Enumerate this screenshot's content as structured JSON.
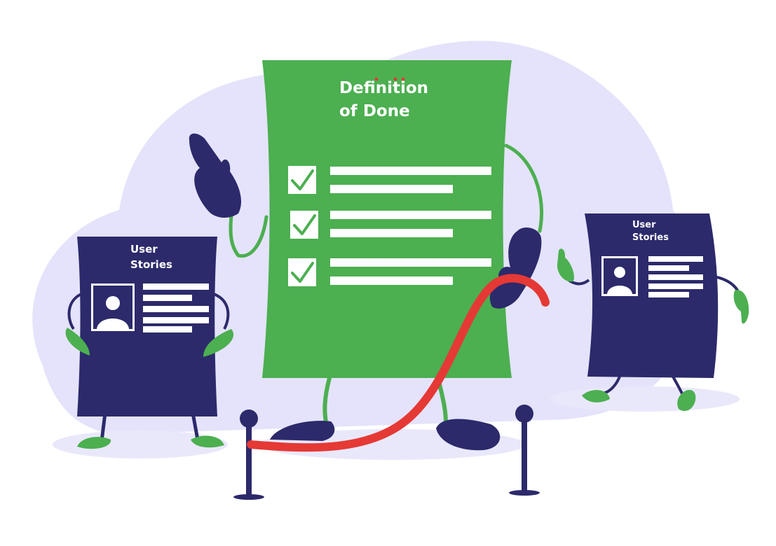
{
  "main_document": {
    "title_line1": "Definition",
    "title_line2": "of Done",
    "checklist": [
      {
        "checked": true
      },
      {
        "checked": true
      },
      {
        "checked": true
      }
    ]
  },
  "story_left": {
    "label_line1": "User",
    "label_line2": "Stories"
  },
  "story_right": {
    "label_line1": "User",
    "label_line2": "Stories"
  },
  "colors": {
    "background_blob": "#e4e3fb",
    "main_document": "#4caf50",
    "story_card": "#2c2a6b",
    "accent_limb": "#4caf50",
    "rope": "#e53935",
    "post": "#2c2a6b",
    "ground_shadow": "#e9e8fb",
    "title_dots": "#e53935"
  },
  "icons": [
    "check-icon",
    "user-avatar-icon"
  ]
}
